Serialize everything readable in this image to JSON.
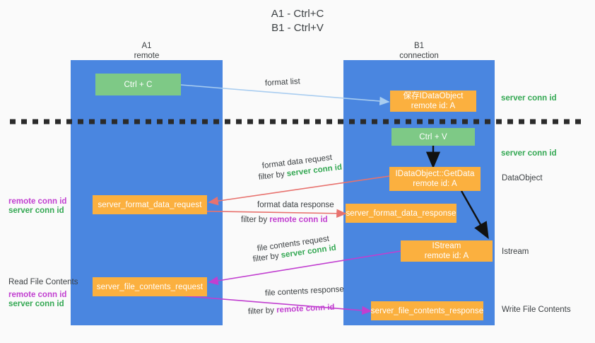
{
  "title": {
    "line1": "A1 - Ctrl+C",
    "line2": "B1 - Ctrl+V"
  },
  "lanes": [
    {
      "id": "a1",
      "name": "A1",
      "sub": "remote"
    },
    {
      "id": "b1",
      "name": "B1",
      "sub": "connection"
    }
  ],
  "boxes": {
    "ctrl_c": "Ctrl + C",
    "ctrl_v": "Ctrl + V",
    "save_idataobject_l1": "保存IDataObject",
    "save_idataobject_l2": "remote id: A",
    "getdata_l1": "IDataObject::GetData",
    "getdata_l2": "remote id: A",
    "istream_l1": "IStream",
    "istream_l2": "remote id: A",
    "server_format_data_request": "server_format_data_request",
    "server_format_data_response": "server_format_data_response",
    "server_file_contents_request": "server_file_contents_request",
    "server_file_contents_response": "server_file_contents_response"
  },
  "edge_labels": {
    "format_list": "format list",
    "format_data_request": "format data request",
    "format_data_request_filter_prefix": "filter by ",
    "format_data_request_filter_key": "server conn id",
    "format_data_response": "format data response",
    "format_data_response_filter_prefix": "filter by ",
    "format_data_response_filter_key": "remote conn id",
    "file_contents_request": "file contents request",
    "file_contents_request_filter_prefix": "filter by ",
    "file_contents_request_filter_key": "server conn id",
    "file_contents_response": "file contents response",
    "file_contents_response_filter_prefix": "filter by ",
    "file_contents_response_filter_key": "remote conn id"
  },
  "side_labels": {
    "right_server_conn_id_top": "server conn id",
    "right_server_conn_id_mid": "server conn id",
    "right_dataobject": "DataObject",
    "right_istream": "Istream",
    "right_write_file_contents": "Write File Contents",
    "left_remote_conn_id_1": "remote conn id",
    "left_server_conn_id_1": "server conn id",
    "left_read_file_contents": "Read File Contents",
    "left_remote_conn_id_2": "remote conn id",
    "left_server_conn_id_2": "server conn id"
  },
  "colors": {
    "lane": "#4a86e0",
    "green_box": "#7ec986",
    "orange_box": "#fbb03f",
    "green_text": "#34a853",
    "purple_text": "#c13fd0",
    "light_blue_edge": "#a9cdf0",
    "red_edge": "#e8726e",
    "magenta_edge": "#c13fd0",
    "black_edge": "#000000",
    "background": "#fafafa"
  }
}
